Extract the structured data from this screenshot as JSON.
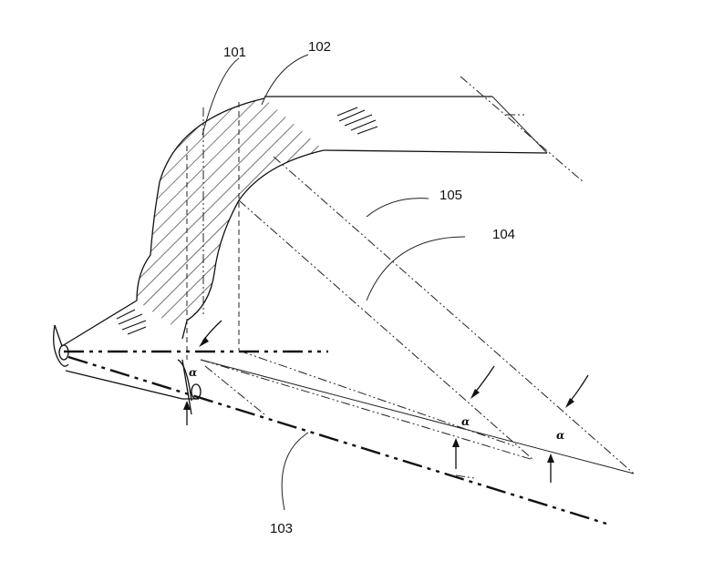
{
  "labels": {
    "ref_101": "101",
    "ref_102": "102",
    "ref_103": "103",
    "ref_104": "104",
    "ref_105": "105"
  },
  "angle_symbol": "α"
}
